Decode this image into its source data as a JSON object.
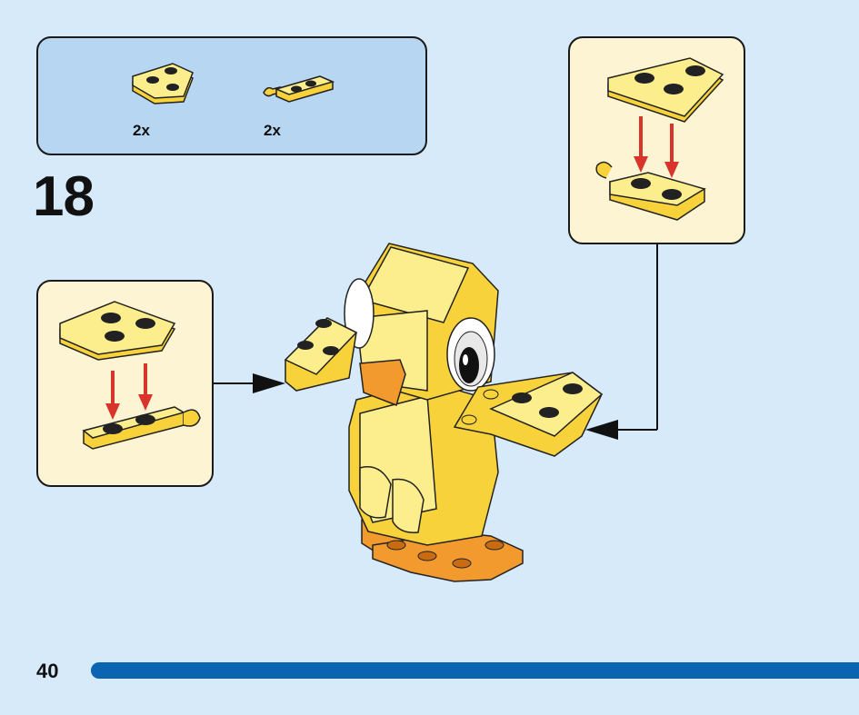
{
  "parts_list": {
    "items": [
      {
        "part": "yellow-wedge-plate",
        "quantity": "2x"
      },
      {
        "part": "yellow-plate-with-clip",
        "quantity": "2x"
      }
    ]
  },
  "step": {
    "number": "18"
  },
  "footer": {
    "page_number": "40"
  },
  "colors": {
    "background": "#d6eafa",
    "parts_box": "#b7d6f2",
    "sub_box": "#fcf4d2",
    "yellow_light": "#fcee8c",
    "yellow": "#f7d23a",
    "orange": "#f29a2e",
    "arrow_red": "#d8342c",
    "progress_bar": "#0a64b2"
  },
  "icons": [
    "wedge-plate-icon",
    "clip-plate-icon",
    "arrow-icon",
    "chick-model-illustration"
  ]
}
